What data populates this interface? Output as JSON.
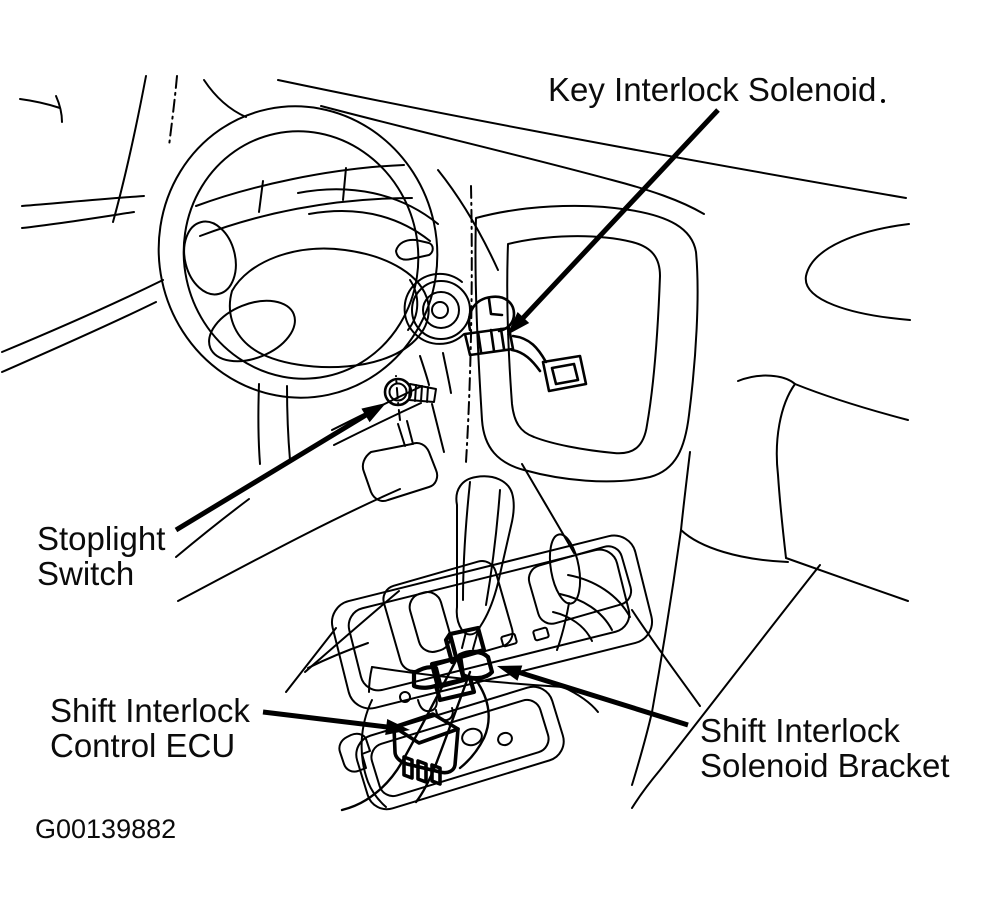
{
  "diagram": {
    "figure_code": "G00139882",
    "callouts": {
      "key_interlock_solenoid": {
        "label": "Key Interlock Solenoid"
      },
      "stoplight_switch": {
        "line1": "Stoplight",
        "line2": "Switch"
      },
      "shift_interlock_control_ecu": {
        "line1": "Shift Interlock",
        "line2": "Control ECU"
      },
      "shift_interlock_solenoid_bracket": {
        "line1": "Shift Interlock",
        "line2": "Solenoid Bracket"
      }
    },
    "colors": {
      "line": "#000000",
      "background": "#ffffff"
    },
    "parts_depicted": [
      "steering wheel",
      "dashboard",
      "ignition lock cylinder",
      "key interlock solenoid",
      "stoplight switch",
      "brake pedal",
      "center console",
      "shift lever",
      "parking brake lever",
      "shift interlock solenoid bracket",
      "shift interlock control ECU",
      "console storage tray"
    ]
  }
}
